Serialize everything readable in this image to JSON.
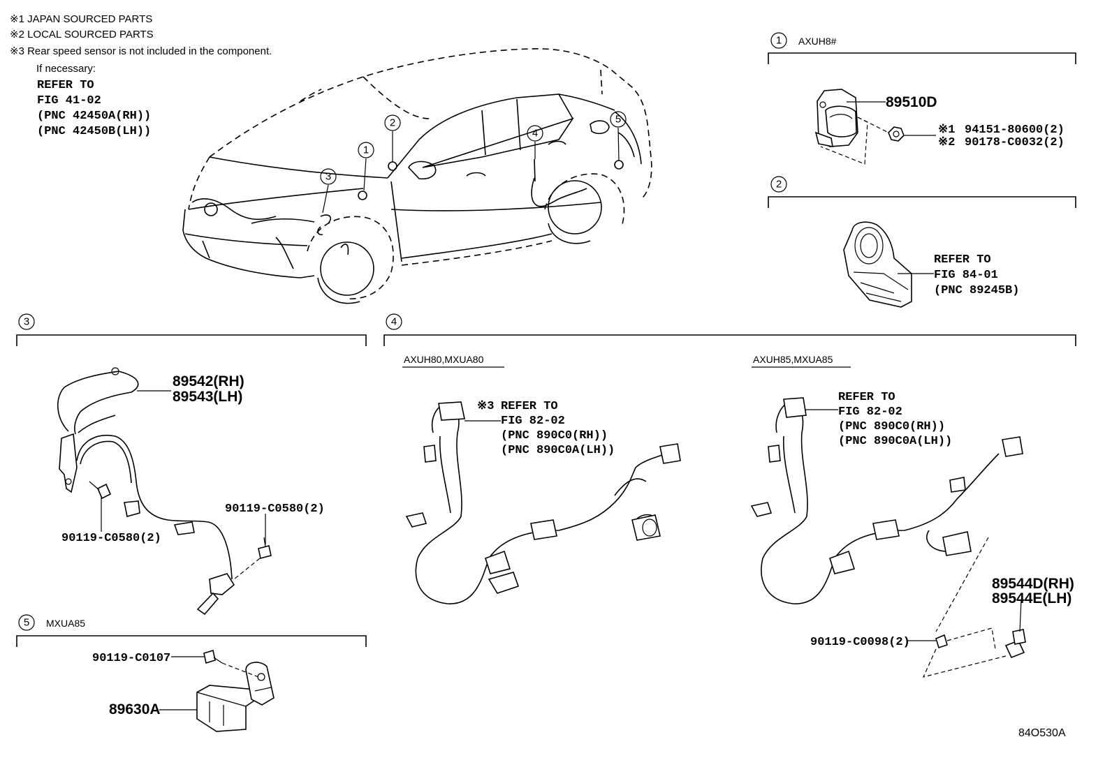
{
  "notes": {
    "line1": "※1 JAPAN SOURCED PARTS",
    "line2": "※2 LOCAL SOURCED PARTS",
    "line3": "※3 Rear speed sensor is not included in the component.",
    "line4": "If necessary:",
    "ref1": "REFER TO",
    "ref2": "FIG 41-02",
    "ref3": "(PNC 42450A(RH))",
    "ref4": "(PNC 42450B(LH))"
  },
  "callouts": [
    "1",
    "2",
    "3",
    "4",
    "5"
  ],
  "section1": {
    "number": "1",
    "title": "AXUH8#",
    "part_main": "89510D",
    "note1": "※1",
    "part1": "94151-80600(2)",
    "note2": "※2",
    "part2": "90178-C0032(2)"
  },
  "section2": {
    "number": "2",
    "ref1": "REFER TO",
    "ref2": "FIG 84-01",
    "ref3": "(PNC 89245B)"
  },
  "section3": {
    "number": "3",
    "part1": "89542(RH)",
    "part2": "89543(LH)",
    "bolt_left": "90119-C0580(2)",
    "bolt_right": "90119-C0580(2)"
  },
  "section4": {
    "number": "4",
    "sub_left": "AXUH80,MXUA80",
    "left_note": "※3",
    "left_ref1": "REFER TO",
    "left_ref2": "FIG 82-02",
    "left_ref3": "(PNC 890C0(RH))",
    "left_ref4": "(PNC 890C0A(LH))",
    "sub_right": "AXUH85,MXUA85",
    "right_ref1": "REFER TO",
    "right_ref2": "FIG 82-02",
    "right_ref3": "(PNC 890C0(RH))",
    "right_ref4": "(PNC 890C0A(LH))",
    "part1": "89544D(RH)",
    "part2": "89544E(LH)",
    "bolt": "90119-C0098(2)"
  },
  "section5": {
    "number": "5",
    "title": "MXUA85",
    "bolt": "90119-C0107",
    "part": "89630A"
  },
  "figure_code": "84O530A"
}
